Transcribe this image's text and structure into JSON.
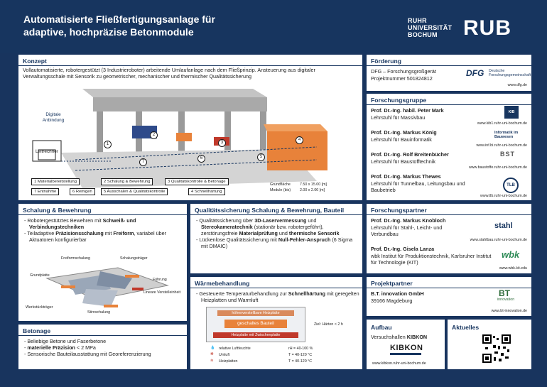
{
  "header": {
    "title": "Automatisierte Fließfertigungsanlage für adaptive, hochpräzise Betonmodule",
    "uni_line1": "RUHR",
    "uni_line2": "UNIVERSITÄT",
    "uni_line3": "BOCHUM",
    "logo": "RUB"
  },
  "konzept": {
    "title": "Konzept",
    "text": "Vollautomatisierte, robotergestützt (3 Industrieroboter) arbeitende Umlaufanlage nach dem Fließprinzip. Ansteuerung aus digitaler Verwaltungsschale mit Sensorik zu geometrischer, mechanischer und thermischer Qualitätssicherung",
    "digital_label": "Digitale Anbindung",
    "leitrechner": "Leitrechner",
    "steps": [
      "1 Materialbereitstellung",
      "2 Schalung & Bewehrung",
      "3 Qualitätskontrolle & Betonage",
      "7 Entnahme",
      "6 Reinigen",
      "5 Ausschalen & Qualitätskontrolle",
      "4 Schnellhärtung"
    ],
    "circle_labels": [
      "1",
      "2",
      "3",
      "4",
      "5",
      "6",
      "7"
    ],
    "dims_label1": "Grundfläche",
    "dims_value1": "7.50 x 15.00 [m]",
    "dims_label2": "Module (bis)",
    "dims_value2": "2.00 x 2.00 [m]"
  },
  "foerderung": {
    "title": "Förderung",
    "line1": "DFG – Forschungsgroßgerät",
    "line2": "Projektnummer 501824812",
    "logo": "DFG",
    "logo_sub": "Deutsche Forschungsgemeinschaft",
    "url": "www.dfg.de"
  },
  "forschungsgruppe": {
    "title": "Forschungsgruppe",
    "members": [
      {
        "name": "Prof. Dr.-Ing. habil. Peter Mark",
        "role": "Lehrstuhl für Massivbau",
        "url": "www.kib1.ruhr-uni-bochum.de",
        "logo": "KIB"
      },
      {
        "name": "Prof. Dr.-Ing. Markus König",
        "role": "Lehrstuhl für Bauinformatik",
        "url": "www.inf.bi.ruhr-uni-bochum.de",
        "logo": "Informatik im Bauwesen"
      },
      {
        "name": "Prof. Dr.-Ing. Rolf Breitenbücher",
        "role": "Lehrstuhl für Baustofftechnik",
        "url": "www.baustoffe.ruhr-uni-bochum.de",
        "logo": "BST"
      },
      {
        "name": "Prof. Dr.-Ing. Markus Thewes",
        "role": "Lehrstuhl für Tunnelbau, Leitungsbau und Baubetrieb",
        "url": "www.tlb.ruhr-uni-bochum.de",
        "logo": "TLB"
      }
    ]
  },
  "schalung": {
    "title": "Schalung & Bewehrung",
    "items": [
      {
        "plain1": "Robotergestütztes Bewehren mit ",
        "bold": "Schweiß- und Verbindungstechniken",
        "plain2": ""
      },
      {
        "plain1": "Teiladaptive ",
        "bold": "Präzisionsschalung",
        "plain2": " mit ",
        "bold2": "Freiform",
        "plain3": ", variabel über Aktuatoren konfigurierbar"
      }
    ],
    "labels": {
      "freiform": "Freiformschalung",
      "schalungs": "Schalungsträger",
      "grundplatte": "Grundplatte",
      "fuehrung": "Führung",
      "lineare": "Lineare Verstelleinheit",
      "werkstueck": "Werkstückträger",
      "stirn": "Stirnschalung"
    }
  },
  "betonage": {
    "title": "Betonage",
    "items": [
      "Beliebige Betone und Faserbetone",
      "materielle Präzision < 2 MPa",
      "Sensorische Bauteilausstattung mit Georeferenzierung"
    ],
    "bold_part": "materielle Präzision"
  },
  "qs": {
    "title": "Qualitätssicherung Schalung & Bewehrung, Bauteil",
    "item1_a": "Qualitätssicherung über ",
    "item1_b": "3D-Laservermessung",
    "item1_c": " und ",
    "item1_d": "Stereokameratechnik",
    "item1_e": " (stationär bzw. robotergeführt), zerstörungsfreie ",
    "item1_f": "Materialprüfung",
    "item1_g": " und ",
    "item1_h": "thermische Sensorik",
    "item2_a": "Lückenlose Qualitätssicherung mit ",
    "item2_b": "Null-Fehler-Anspruch",
    "item2_c": " (6 Sigma mit DMAIC)"
  },
  "waerme": {
    "title": "Wärmebehandlung",
    "item_a": "Gesteuerte Temperaturbehandlung zur ",
    "item_b": "Schnellhärtung",
    "item_c": " mit geregelten Heizplatten und Warmluft",
    "top_plate": "höhenverstellbare Heizplatte",
    "part": "geschaltes Bauteil",
    "bottom_plate": "Heizplatte mit Zwischenplatte",
    "goal": "Ziel: Härten < 2 h",
    "legend": [
      {
        "icon": "droplet-icon",
        "label": "relative Luftfeuchte",
        "value": "rH = 40-100 %"
      },
      {
        "icon": "fan-icon",
        "label": "Umluft",
        "value": "T = 40-120 °C"
      },
      {
        "icon": "heat-icon",
        "label": "Heizplatten",
        "value": "T = 40-120 °C"
      }
    ]
  },
  "forschungspartner": {
    "title": "Forschungspartner",
    "partners": [
      {
        "name": "Prof. Dr.-Ing. Markus Knobloch",
        "role": "Lehrstuhl für Stahl-, Leicht- und Verbundbau",
        "url": "www.stahlbau.ruhr-uni-bochum.de",
        "logo": "stahl"
      },
      {
        "name": "Prof. Dr.-Ing. Gisela Lanza",
        "role": "wbk Institut für Produktionstechnik, Karlsruher Institut für Technologie (KIT)",
        "url": "www.wbk.kit.edu",
        "logo": "wbk"
      }
    ]
  },
  "projektpartner": {
    "title": "Projektpartner",
    "name": "B.T. innovation GmbH",
    "city": "39166 Magdeburg",
    "logo": "BT",
    "logo_sub": "innovation",
    "url": "www.bt-innovation.de"
  },
  "aufbau": {
    "title": "Aufbau",
    "text_a": "Versuchshallen ",
    "text_b": "KIBKON",
    "logo": "KIBKON",
    "url": "www.kibkon.ruhr-uni-bochum.de"
  },
  "aktuelles": {
    "title": "Aktuelles"
  },
  "colors": {
    "navy": "#17355f",
    "orange": "#e8823a",
    "red": "#c0392b"
  }
}
